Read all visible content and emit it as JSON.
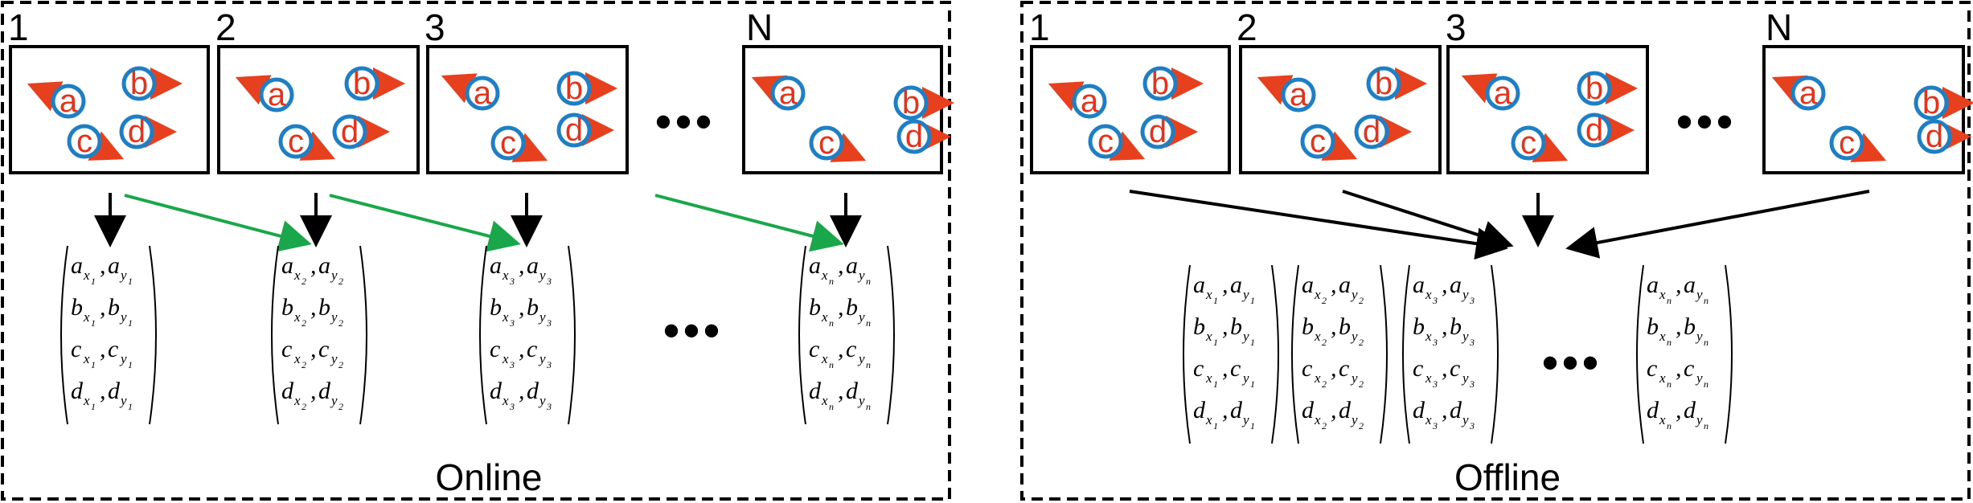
{
  "panels": [
    {
      "id": "online",
      "title": "Online",
      "frames": [
        "1",
        "2",
        "3",
        "N"
      ],
      "ellipsis": "•••",
      "matrices": [
        {
          "idx": "1"
        },
        {
          "idx": "2"
        },
        {
          "idx": "3"
        },
        {
          "idx": "n"
        }
      ]
    },
    {
      "id": "offline",
      "title": "Offline",
      "frames": [
        "1",
        "2",
        "3",
        "N"
      ],
      "ellipsis": "•••",
      "matrices": [
        {
          "idx": "1"
        },
        {
          "idx": "2"
        },
        {
          "idx": "3"
        },
        {
          "idx": "n"
        }
      ]
    }
  ],
  "ball_labels": [
    "a",
    "b",
    "c",
    "d"
  ],
  "matrix_rows": [
    {
      "letter": "a"
    },
    {
      "letter": "b"
    },
    {
      "letter": "c"
    },
    {
      "letter": "d"
    }
  ],
  "colors": {
    "ball_ring": "#1f7fc4",
    "ball_label": "#e6311b",
    "motion_arrow": "#e6401f",
    "temporal_arrow": "#1aa64a",
    "flow_arrow": "#000000"
  }
}
